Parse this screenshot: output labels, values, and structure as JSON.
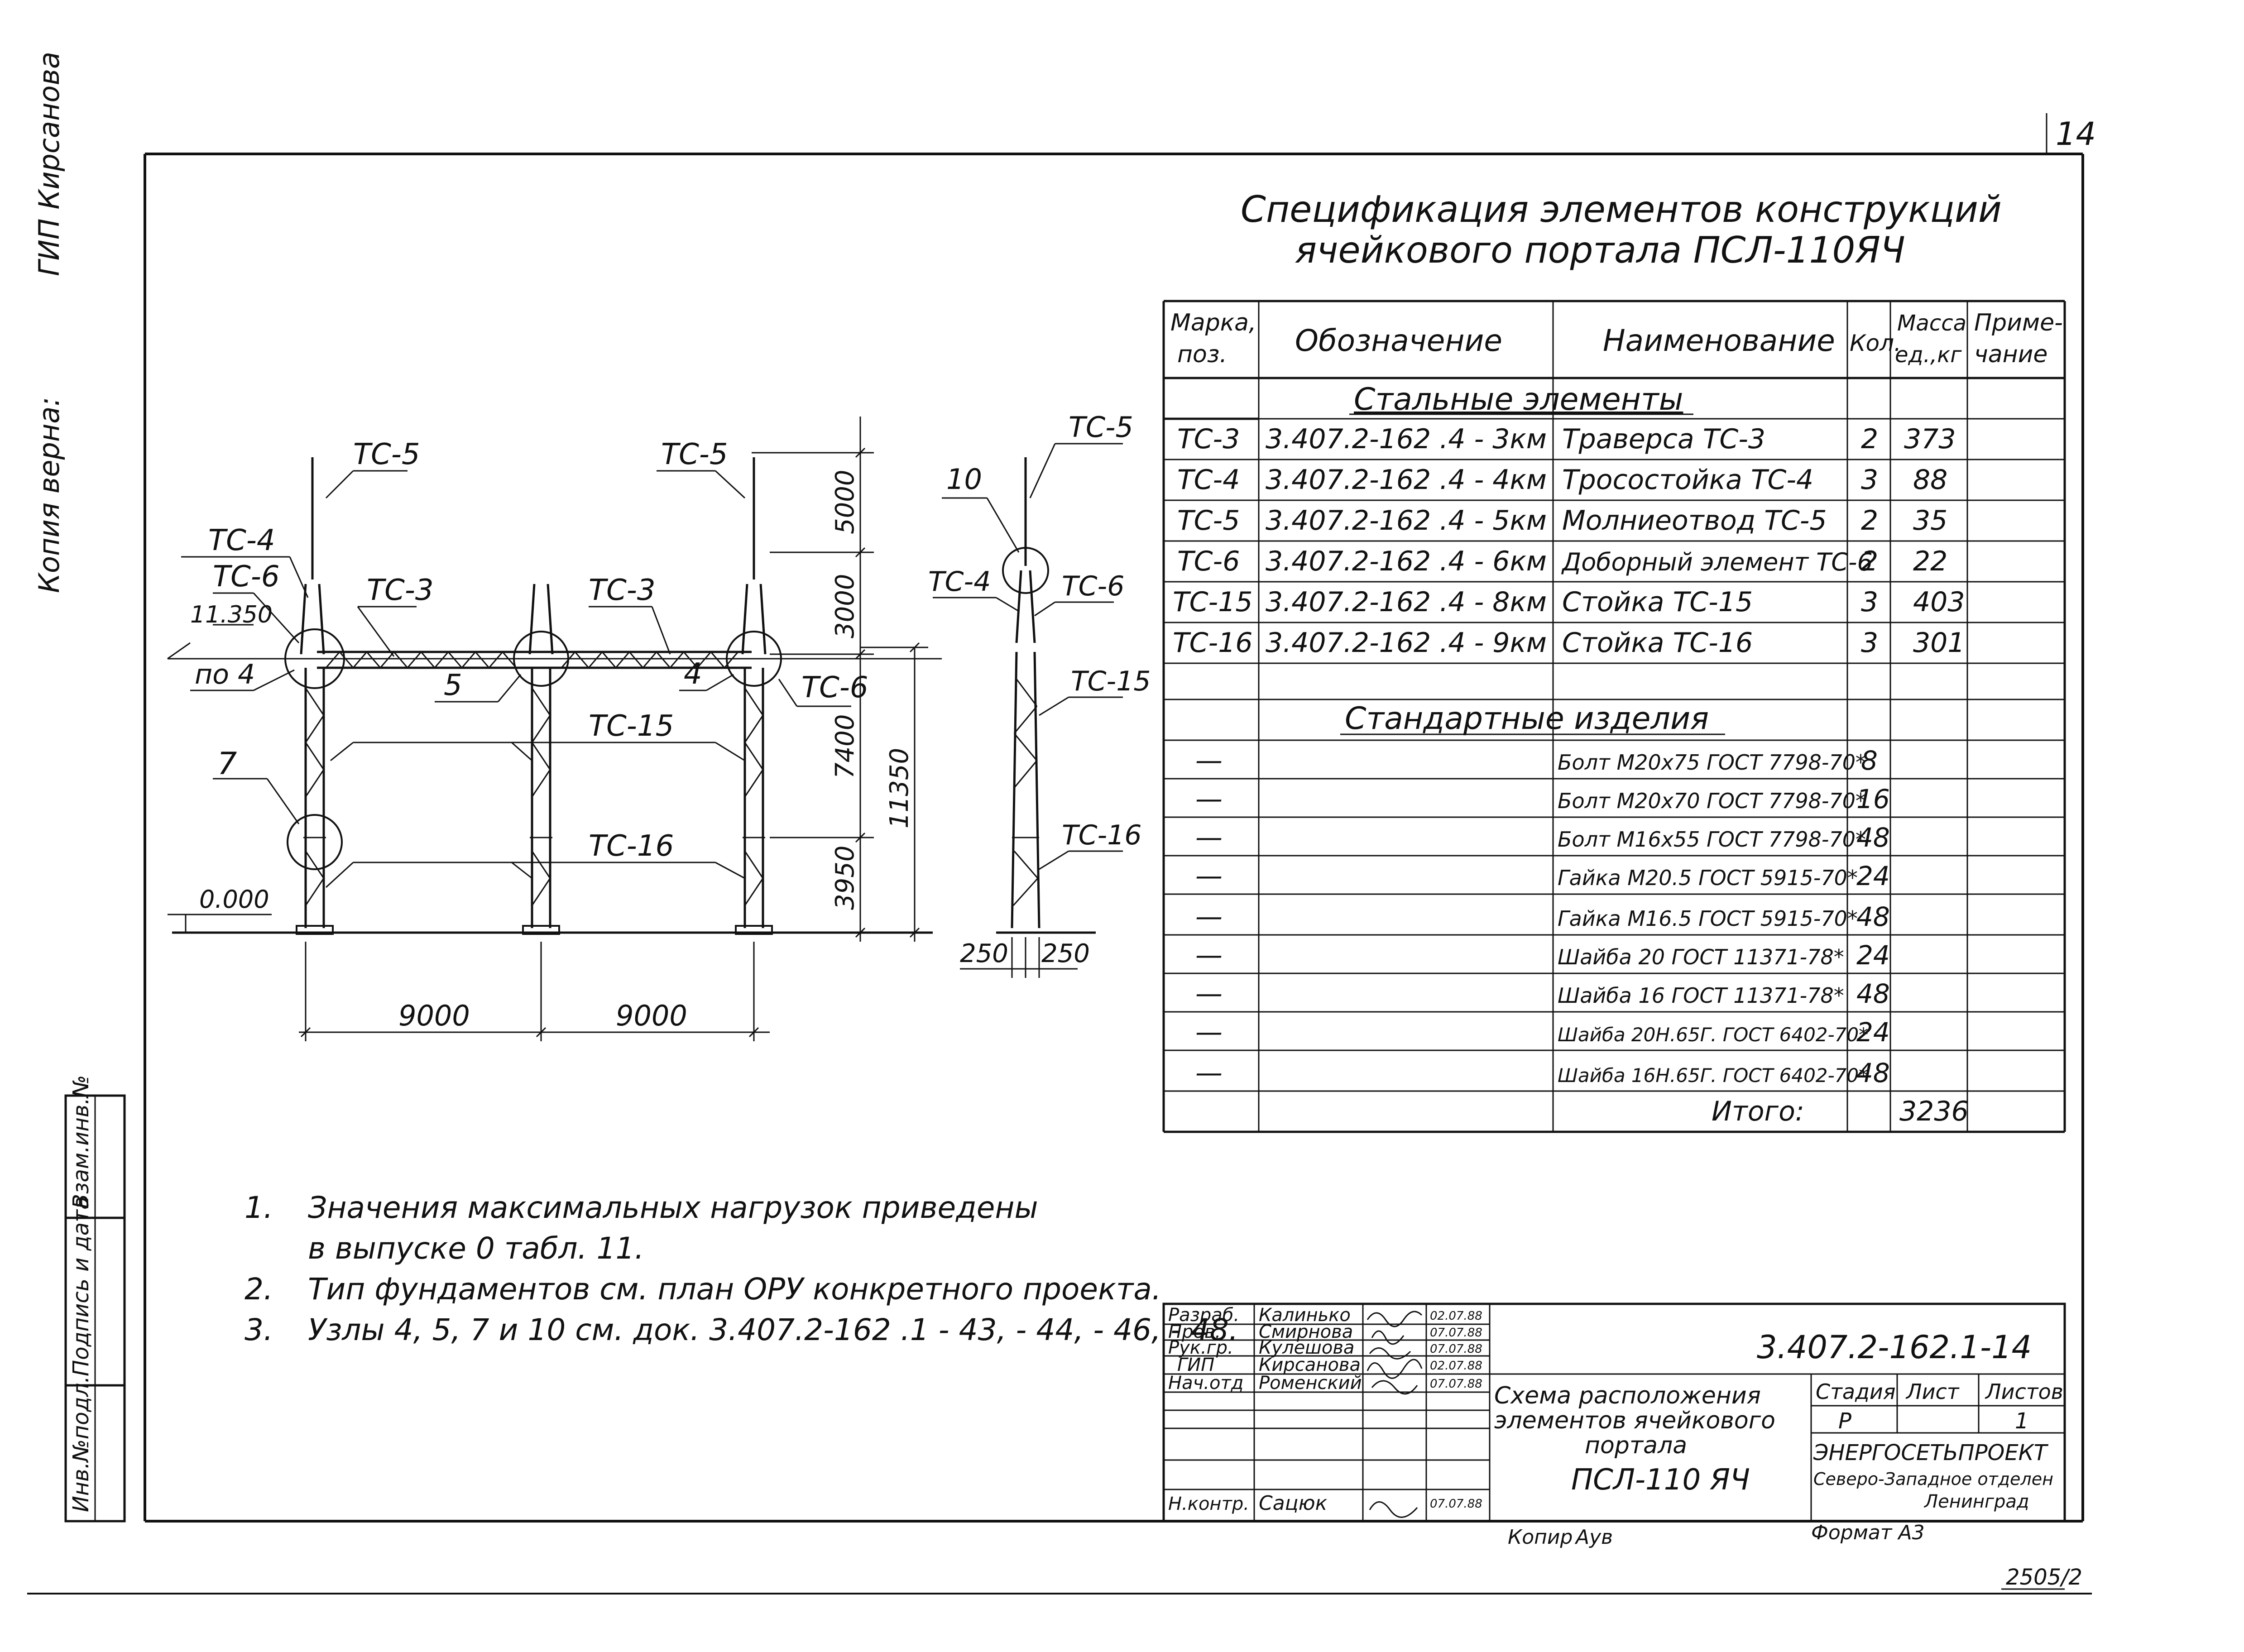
{
  "sheet_number": "14",
  "side_copy_text": "Копия верна: ",
  "side_copy_signature": "",
  "side_gip_text": "ГИП Кирсанова",
  "spec_title_line1": "Спецификация элементов конструкций",
  "spec_title_line2": "ячейкового портала ПСЛ-110ЯЧ",
  "table": {
    "headers": {
      "mark": [
        "Марка,",
        "поз."
      ],
      "designation": "Обозначение",
      "name": "Наименование",
      "qty": "Кол.",
      "mass": [
        "Масса",
        "ед.,кг"
      ],
      "note": [
        "Приме-",
        "чание"
      ]
    },
    "section_steel": "Стальные элементы",
    "steel_rows": [
      {
        "mark": "ТС-3",
        "designation": "3.407.2-162 .4 - 3км",
        "name": "Траверса ТС-3",
        "qty": "2",
        "mass": "373"
      },
      {
        "mark": "ТС-4",
        "designation": "3.407.2-162 .4 - 4км",
        "name": "Тросостойка ТС-4",
        "qty": "3",
        "mass": "88"
      },
      {
        "mark": "ТС-5",
        "designation": "3.407.2-162 .4 - 5км",
        "name": "Молниеотвод ТС-5",
        "qty": "2",
        "mass": "35"
      },
      {
        "mark": "ТС-6",
        "designation": "3.407.2-162 .4 - 6км",
        "name": "Доборный элемент ТС-6",
        "qty": "2",
        "mass": "22"
      },
      {
        "mark": "ТС-15",
        "designation": "3.407.2-162 .4 - 8км",
        "name": "Стойка ТС-15",
        "qty": "3",
        "mass": "403"
      },
      {
        "mark": "ТС-16",
        "designation": "3.407.2-162 .4 - 9км",
        "name": "Стойка ТС-16",
        "qty": "3",
        "mass": "301"
      }
    ],
    "section_standard": "Стандартные изделия",
    "standard_rows": [
      {
        "mark": "—",
        "name": "Болт М20х75 ГОСТ 7798-70*",
        "qty": "8"
      },
      {
        "mark": "—",
        "name": "Болт М20х70 ГОСТ 7798-70*",
        "qty": "16"
      },
      {
        "mark": "—",
        "name": "Болт М16х55 ГОСТ 7798-70*",
        "qty": "48"
      },
      {
        "mark": "—",
        "name": "Гайка М20.5 ГОСТ 5915-70*",
        "qty": "24"
      },
      {
        "mark": "—",
        "name": "Гайка М16.5 ГОСТ 5915-70*",
        "qty": "48"
      },
      {
        "mark": "—",
        "name": "Шайба 20 ГОСТ 11371-78*",
        "qty": "24"
      },
      {
        "mark": "—",
        "name": "Шайба 16 ГОСТ 11371-78*",
        "qty": "48"
      },
      {
        "mark": "—",
        "name": "Шайба 20Н.65Г. ГОСТ 6402-70*",
        "qty": "24"
      },
      {
        "mark": "—",
        "name": "Шайба 16Н.65Г. ГОСТ 6402-70*",
        "qty": "48"
      }
    ],
    "total_label": "Итого:",
    "total_value": "3236"
  },
  "drawing": {
    "labels": {
      "tc5_left": "ТС-5",
      "tc5_right": "ТС-5",
      "tc4": "ТС-4",
      "tc6": "ТС-6",
      "tc3_left": "ТС-3",
      "tc3_right": "ТС-3",
      "elev_top": "11.350",
      "po4": "по 4",
      "n5": "5",
      "n4": "4",
      "tc6_right": "ТС-6",
      "tc15": "ТС-15",
      "n7": "7",
      "tc16": "ТС-16",
      "elev_zero": "0.000",
      "dim_5000": "5000",
      "dim_3000": "3000",
      "dim_7400": "7400",
      "dim_3950": "3950",
      "dim_11350": "11350",
      "dim_9000_left": "9000",
      "dim_9000_right": "9000"
    },
    "side_labels": {
      "tc5": "ТС-5",
      "n10": "10",
      "tc4": "ТС-4",
      "tc6": "ТС-6",
      "tc15": "ТС-15",
      "tc16": "ТС-16",
      "dim_250_left": "250",
      "dim_250_right": "250"
    }
  },
  "notes": [
    {
      "num": "1.",
      "line1": "Значения максимальных нагрузок приведены",
      "line2": "в выпуске 0 табл. 11."
    },
    {
      "num": "2.",
      "line1": "Тип фундаментов см. план ОРУ конкретного проекта."
    },
    {
      "num": "3.",
      "line1": "Узлы 4, 5, 7 и 10 см. док. 3.407.2-162 .1 - 43, - 44, - 46, - 48."
    }
  ],
  "left_strip": {
    "inv_podl": "Инв.№подл.",
    "podpis_data": "Подпись и дата",
    "vzam_inv": "Взам.инв.№"
  },
  "title_block": {
    "rows": [
      {
        "role": "Разраб.",
        "name": "Калинько",
        "date": "02.07.88"
      },
      {
        "role": "Пров.",
        "name": "Смирнова",
        "date": "07.07.88"
      },
      {
        "role": "Рук.гр.",
        "name": "Кулешова",
        "date": "07.07.88"
      },
      {
        "role": "ГИП",
        "name": "Кирсанова",
        "date": "02.07.88"
      },
      {
        "role": "Нач.отд",
        "name": "Роменский",
        "date": "07.07.88"
      },
      {
        "role": "Н.контр.",
        "name": "Сацюк",
        "date": "07.07.88"
      }
    ],
    "doc_code": "3.407.2-162.1-14",
    "title_line1": "Схема расположения",
    "title_line2": "элементов ячейкового",
    "title_line3": "портала",
    "title_line4": "ПСЛ-110 ЯЧ",
    "stage_label": "Стадия",
    "sheet_label": "Лист",
    "sheets_label": "Листов",
    "stage_value": "Р",
    "sheets_value": "1",
    "org_line1": "ЭНЕРГОСЕТЬПРОЕКТ",
    "org_line2": "Северо-Западное отделен",
    "org_line3": "Ленинград"
  },
  "copy_label": "Копир",
  "copy_signature": "Аув",
  "format_label": "Формат А3",
  "archive_number": "2505/2"
}
